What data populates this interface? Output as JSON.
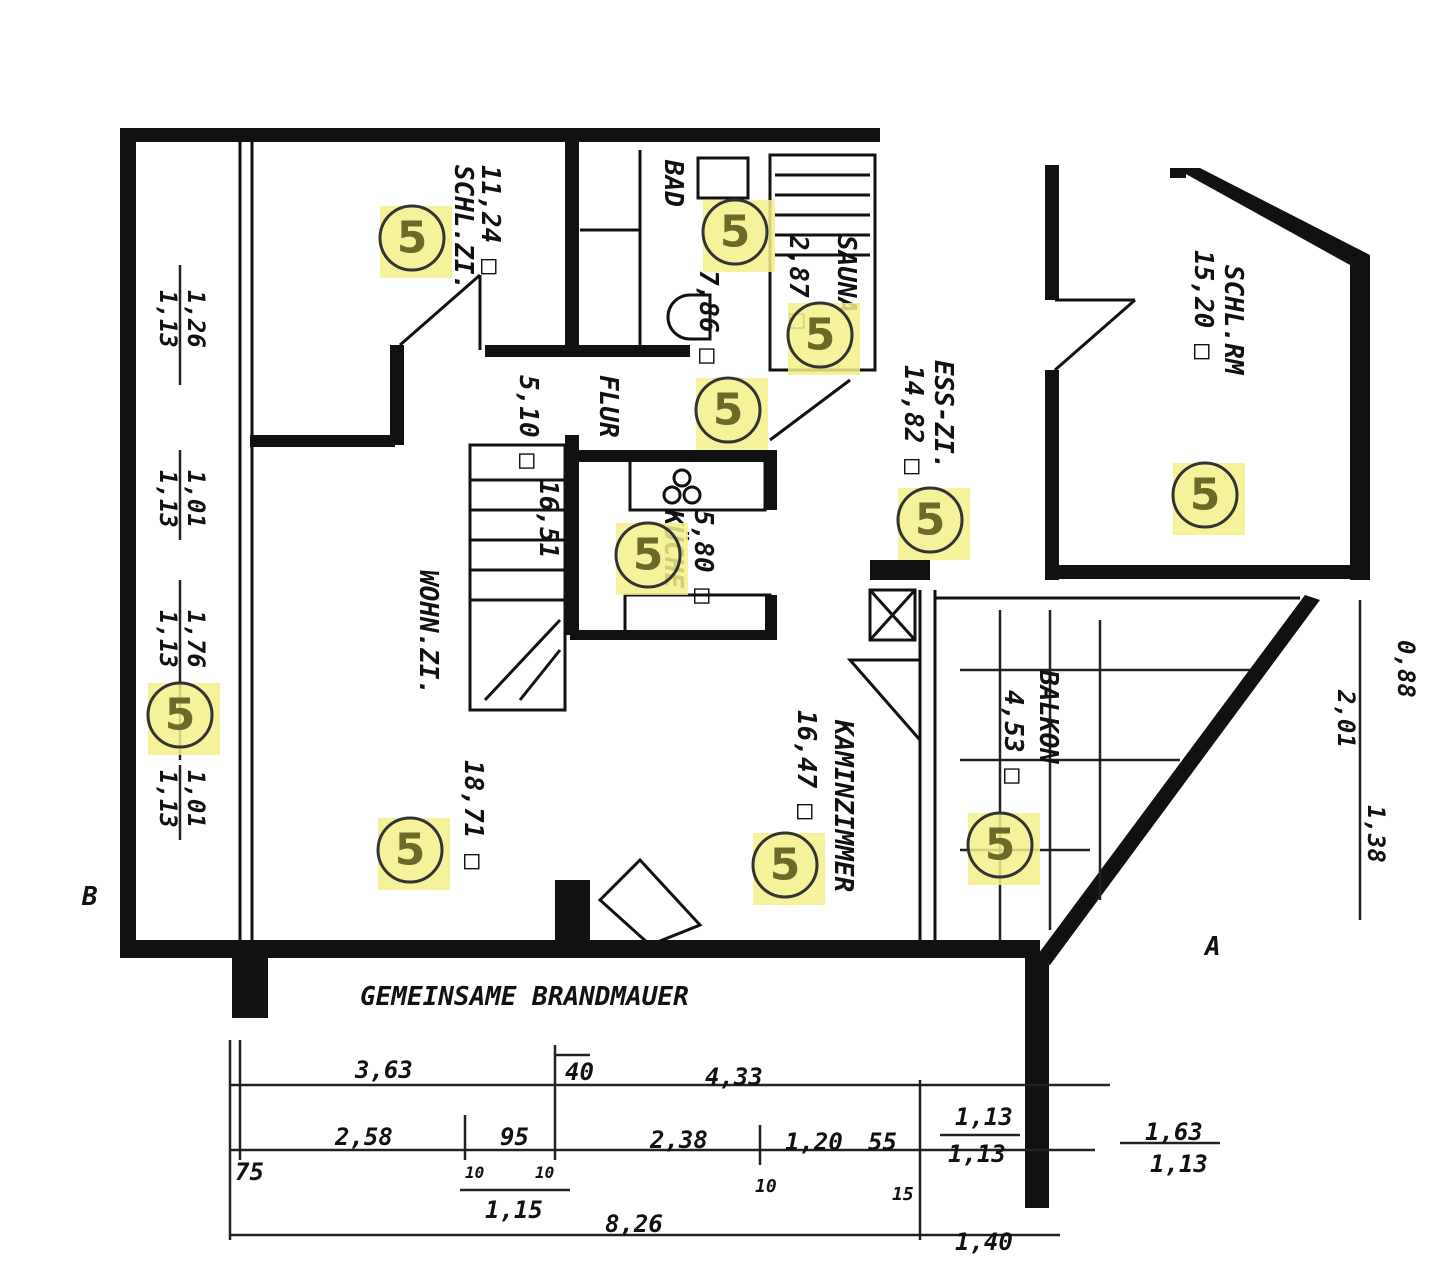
{
  "plan": {
    "firewall_label": "GEMEINSAME BRANDMAUER",
    "rooms": [
      {
        "name": "SCHL.ZI.",
        "area": "11,24 □"
      },
      {
        "name": "BAD",
        "area": "7,86 □"
      },
      {
        "name": "SAUNA",
        "area": "2,87 □"
      },
      {
        "name": "FLUR",
        "area": "5,10 □"
      },
      {
        "name": "KÜCHE",
        "area": "5,80 □"
      },
      {
        "name": "WOHN.ZI.",
        "area": "18,71 □"
      },
      {
        "name": "ESS-ZI.",
        "area": "14,82 □"
      },
      {
        "name": "SCHL.RM",
        "area": "15,20 □"
      },
      {
        "name": "KAMINZIMMER",
        "area": "16,47 □"
      },
      {
        "name": "BALKON",
        "area": "4,53 □"
      }
    ],
    "stair_value": "16,51",
    "left_dims": [
      "1,26",
      "1,13",
      "1,01",
      "1,13",
      "1,76",
      "1,13",
      "1,01",
      "1,13"
    ],
    "right_dims": [
      "0,88",
      "2,01",
      "1,38"
    ],
    "section_marks": [
      "A",
      "B"
    ],
    "bottom_dims": {
      "row1": [
        "3,63",
        "40",
        "4,33"
      ],
      "row2": [
        "2,58",
        "95",
        "2,38",
        "1,20",
        "55",
        "1,13",
        "1,13"
      ],
      "row3": [
        "75",
        "10",
        "10",
        "10",
        "15",
        "1,15"
      ],
      "total": "8,26",
      "right": [
        "1,40",
        "1,63",
        "1,13"
      ]
    },
    "marker_label": "5",
    "marker_color": "#f3f08a"
  }
}
